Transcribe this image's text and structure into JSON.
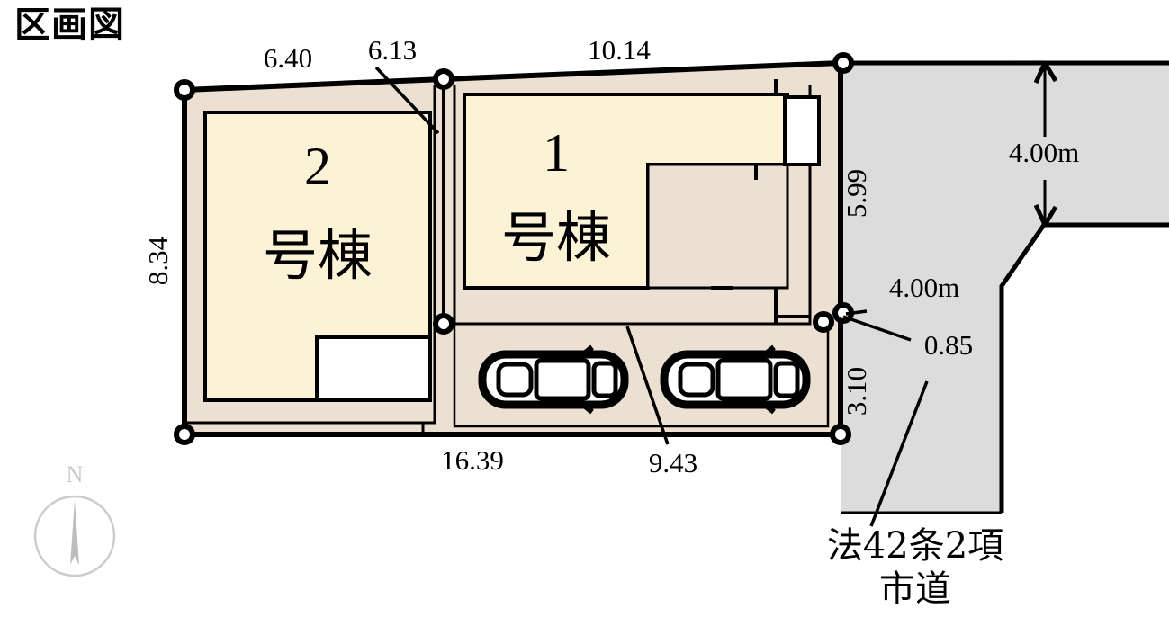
{
  "title": "区画図",
  "buildings": [
    {
      "id": "building-1",
      "number": "1",
      "suffix": "号棟"
    },
    {
      "id": "building-2",
      "number": "2",
      "suffix": "号棟"
    }
  ],
  "dimensions": {
    "top_left": "6.40",
    "top_mid": "6.13",
    "top_right": "10.14",
    "left_side": "8.34",
    "bottom_left": "16.39",
    "bottom_mid": "9.43",
    "right_upper": "5.99",
    "right_lower": "3.10",
    "road_width_upper": "4.00m",
    "road_width_lower": "4.00m",
    "setback": "0.85"
  },
  "road": {
    "label_line1": "法42条2項",
    "label_line2": "市道"
  },
  "compass": {
    "north_label": "N"
  },
  "colors": {
    "building_fill": "#fcf3d7",
    "lot_fill": "#ece0d2",
    "road_fill": "#dcdcdc",
    "outline": "#000000",
    "porch_fill": "#ffffff",
    "compass": "#cccccc"
  }
}
